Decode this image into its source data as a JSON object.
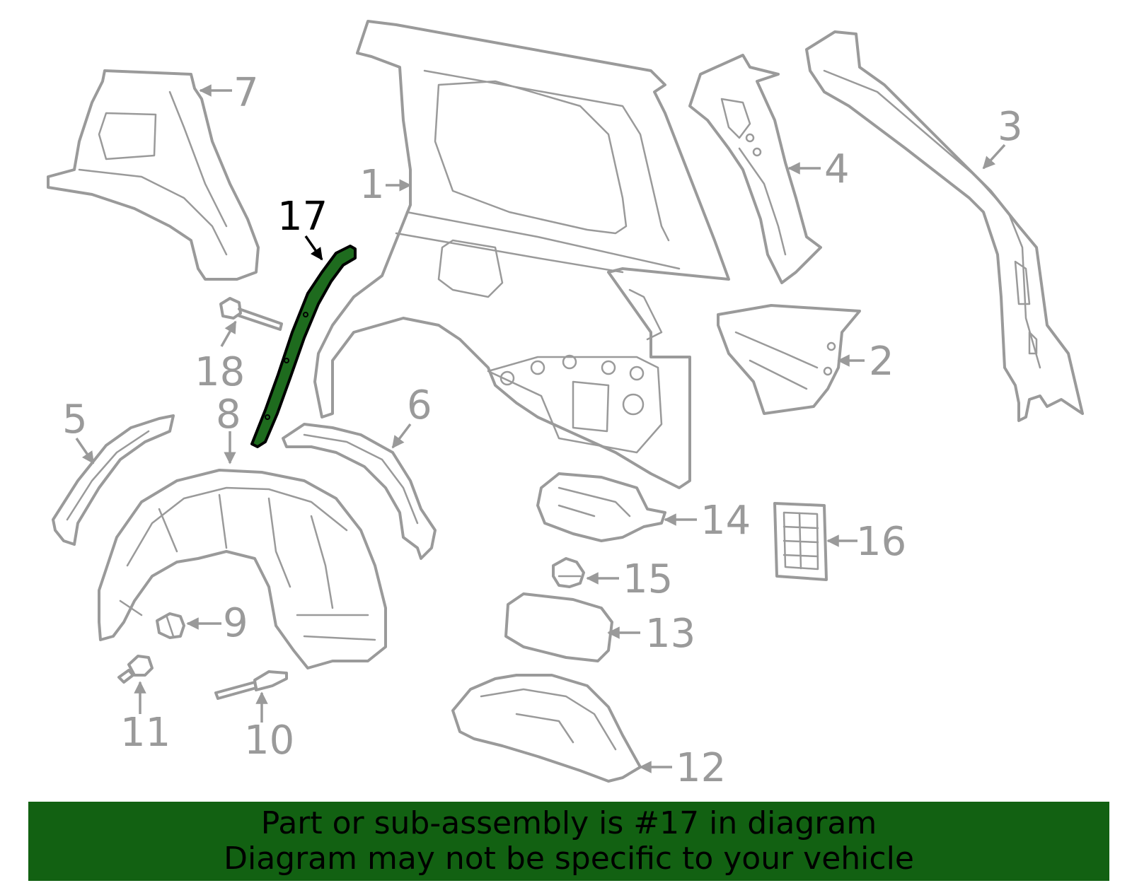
{
  "diagram": {
    "highlight_part": "17",
    "callouts": [
      "1",
      "2",
      "3",
      "4",
      "5",
      "6",
      "7",
      "8",
      "9",
      "10",
      "11",
      "12",
      "13",
      "14",
      "15",
      "16",
      "17",
      "18"
    ]
  },
  "banner": {
    "line1": "Part or sub-assembly is #17 in diagram",
    "line2": "Diagram may not be specific to your vehicle"
  },
  "colors": {
    "part_outline": "#9a9a9a",
    "highlight_fill": "#1e6b1e",
    "banner_background": "#126112",
    "text": "#000000"
  }
}
